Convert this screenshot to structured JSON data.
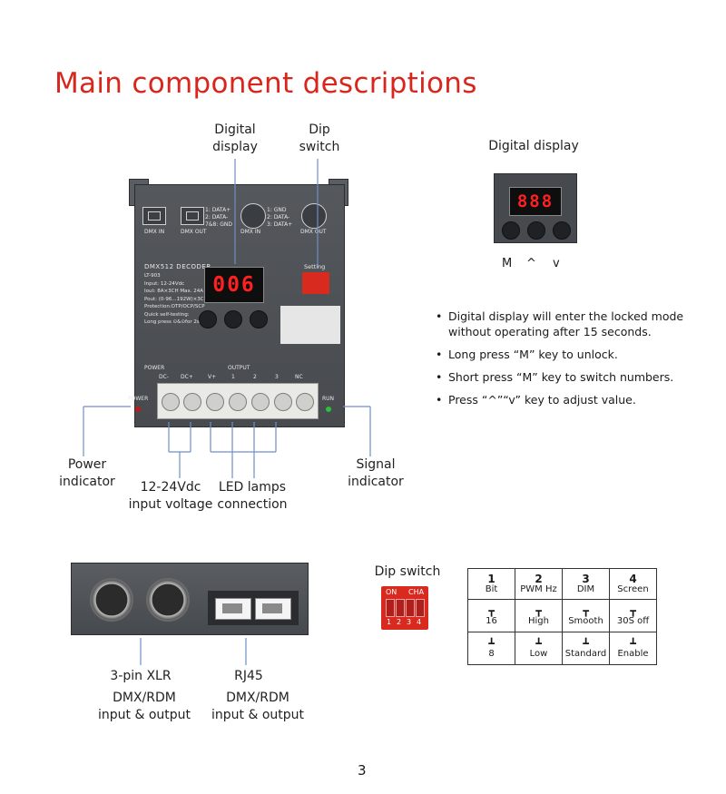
{
  "title": "Main component descriptions",
  "labels": {
    "digital_display": "Digital\ndisplay",
    "dip_switch": "Dip\nswitch",
    "power_indicator": "Power\nindicator",
    "input_voltage": "12-24Vdc\ninput voltage",
    "led_lamps": "LED lamps\nconnection",
    "signal_indicator": "Signal\nindicator",
    "digital_display_right": "Digital display",
    "keys": [
      "M",
      "^",
      "v"
    ],
    "xlr": "3-pin XLR",
    "rj45": "RJ45",
    "dmx_xlr": "DMX/RDM\ninput & output",
    "dmx_rj45": "DMX/RDM\ninput & output",
    "dip_switch_title": "Dip switch"
  },
  "device": {
    "ports": [
      "DMX IN",
      "DMX OUT",
      "DMX IN",
      "DMX OUT"
    ],
    "rj_pinout": "1: DATA+\n2: DATA-\n7&8: GND",
    "xlr_pinout": "1: GND\n2: DATA-\n3: DATA+",
    "model": "DMX512 DECODER",
    "specs": "LT-903\nInput: 12-24Vdc\nIout:  8A×3CH  Max. 24A\nPout: (0-96...192W)×3CH\nProtection:OTP/OCP/SCP\nQuick self-testing:\nLong press ⊙&⊙for 2s",
    "display": "006",
    "setting": "Setting",
    "power_label": "POWER",
    "run_label": "RUN",
    "terminal_labels": [
      "DC-",
      "DC+",
      "V+",
      "1",
      "2",
      "3",
      "NC"
    ],
    "output_label": "OUTPUT",
    "power_group": "POWER"
  },
  "small_display": "888",
  "bullets": [
    "Digital display will enter the locked mode without operating after 15 seconds.",
    "Long press “M” key to unlock.",
    "Short press “M” key to switch numbers.",
    "Press “^”“v” key to adjust value."
  ],
  "dip_image": {
    "on": "ON",
    "cha": "CHA",
    "nums": [
      "1",
      "2",
      "3",
      "4"
    ]
  },
  "dip_table": {
    "headers": [
      {
        "num": "1",
        "name": "Bit"
      },
      {
        "num": "2",
        "name": "PWM Hz"
      },
      {
        "num": "3",
        "name": "DIM"
      },
      {
        "num": "4",
        "name": "Screen"
      }
    ],
    "up_symbol": "┳",
    "down_symbol": "┻",
    "up_values": [
      "16",
      "High",
      "Smooth",
      "30S off"
    ],
    "down_values": [
      "8",
      "Low",
      "Standard",
      "Enable"
    ]
  },
  "page_number": "3",
  "colors": {
    "title": "#d9261c",
    "display_red": "#ff2020",
    "dip_red": "#d92a1f",
    "body": "#4a4d51"
  }
}
